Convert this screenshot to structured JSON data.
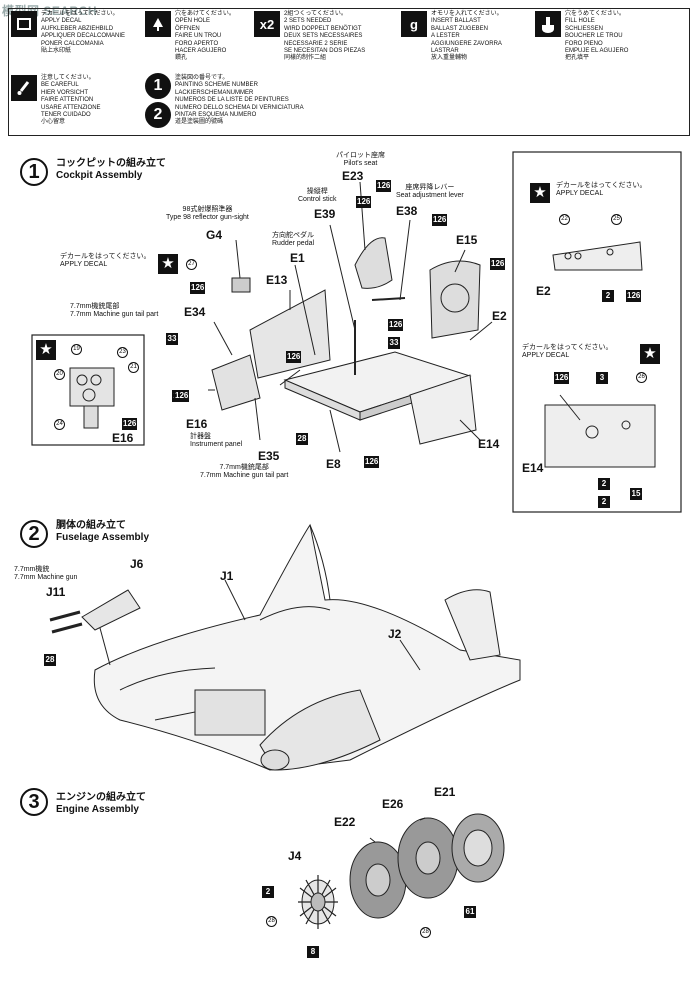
{
  "watermark": "模型网 SEARCH",
  "legend": {
    "items": [
      {
        "id": "decal",
        "text": "デカールをはってください。\nAPPLY DECAL\nAUFKLEBER ABZIEHBILD\nAPPLIQUER DECALCOMANIE\nPONER CALCOMANIA\n貼上水印紙"
      },
      {
        "id": "hole",
        "text": "穴をあけてください。\nOPEN HOLE\nÖFFNEN\nFAIRE UN TROU\nFORO APERTO\nHACER AGUJERO\n鑽孔"
      },
      {
        "id": "x2",
        "icon": "x2",
        "text": "2組つくってください。\n2 SETS NEEDED\nWIRD DOPPELT BENÖTIGT\nDEUX SETS NECESSAIRES\nNECESSARIE 2 SERIE\nSE NECESITAN DOS PIEZAS\n同樣的制作二組"
      },
      {
        "id": "ballast",
        "icon": "g",
        "text": "オモリを入れてください。\nINSERT BALLAST\nBALLAST ZUGEBEN\nA LESTER\nAGGIUNGERE ZAVORRA\nLASTRAR\n放入重量輔物"
      },
      {
        "id": "fill",
        "text": "穴をうめてください。\nFILL HOLE\nSCHLIESSEN\nBOUCHER LE TROU\nFORO PIENO\nEMPUJE EL AGUJERO\n把孔填平"
      },
      {
        "id": "careful",
        "text": "注意してください。\nBE CAREFUL\nHIER VORSICHT\nFAIRE ATTENTION\nUSARE ATTENZIONE\nTENER CUIDADO\n小心留意"
      },
      {
        "id": "paint",
        "text": "塗装図の番号です。\nPAINTING SCHEME NUMBER\nLACKIERSCHEMANUMMER\nNUMEROS DE LA LISTE DE PEINTURES\nNUMERO DELLO SCHEMA DI VERNICIATURA\nPINTAR ESQUEMA NUMERO\n道是塗裝圖的號碼"
      }
    ],
    "paint_nums": [
      "1",
      "2"
    ]
  },
  "steps": [
    {
      "num": "1",
      "jp": "コックピットの組み立て",
      "en": "Cockpit Assembly"
    },
    {
      "num": "2",
      "jp": "胴体の組み立て",
      "en": "Fuselage Assembly"
    },
    {
      "num": "3",
      "jp": "エンジンの組み立て",
      "en": "Engine Assembly"
    }
  ],
  "cockpit": {
    "pilot_seat": "パイロット座席\nPilot's seat",
    "control_stick": "操縦桿\nControl stick",
    "seat_lever": "座席昇降レバー\nSeat adjustment lever",
    "reflector": "98式射爆照準器\nType 98 reflector gun-sight",
    "rudder": "方向舵ペダル\nRudder pedal",
    "apply_decal": "デカールをはってください。\nAPPLY DECAL",
    "mg_tail1": "7.7mm機銃尾部\n7.7mm Machine gun tail part",
    "panel": "計器盤\nInstrument panel",
    "mg_tail2": "7.7mm機銃尾部\n7.7mm Machine gun tail part",
    "parts": {
      "E23": "E23",
      "E39": "E39",
      "E38": "E38",
      "E15": "E15",
      "G4": "G4",
      "E1": "E1",
      "E13": "E13",
      "E2a": "E2",
      "E34": "E34",
      "E16a": "E16",
      "E35": "E35",
      "E8": "E8",
      "E14a": "E14",
      "E16b": "E16",
      "E2b": "E2",
      "E14b": "E14"
    },
    "paints": [
      "126",
      "126",
      "126",
      "126",
      "126",
      "33",
      "126",
      "33",
      "126",
      "28",
      "126",
      "28",
      "126",
      "126",
      "2",
      "3",
      "2",
      "15",
      "126"
    ],
    "decals": [
      "27",
      "19",
      "23",
      "20",
      "21",
      "24",
      "22",
      "25",
      "26"
    ]
  },
  "fuselage": {
    "mg": "7.7mm機銃\n7.7mm Machine gun",
    "parts": {
      "J6": "J6",
      "J11": "J11",
      "J1": "J1",
      "J2": "J2"
    },
    "paint": "28"
  },
  "engine": {
    "parts": {
      "E21": "E21",
      "E26": "E26",
      "E22": "E22",
      "J4": "J4"
    },
    "paints": [
      "2",
      "28",
      "8",
      "28",
      "61"
    ]
  }
}
